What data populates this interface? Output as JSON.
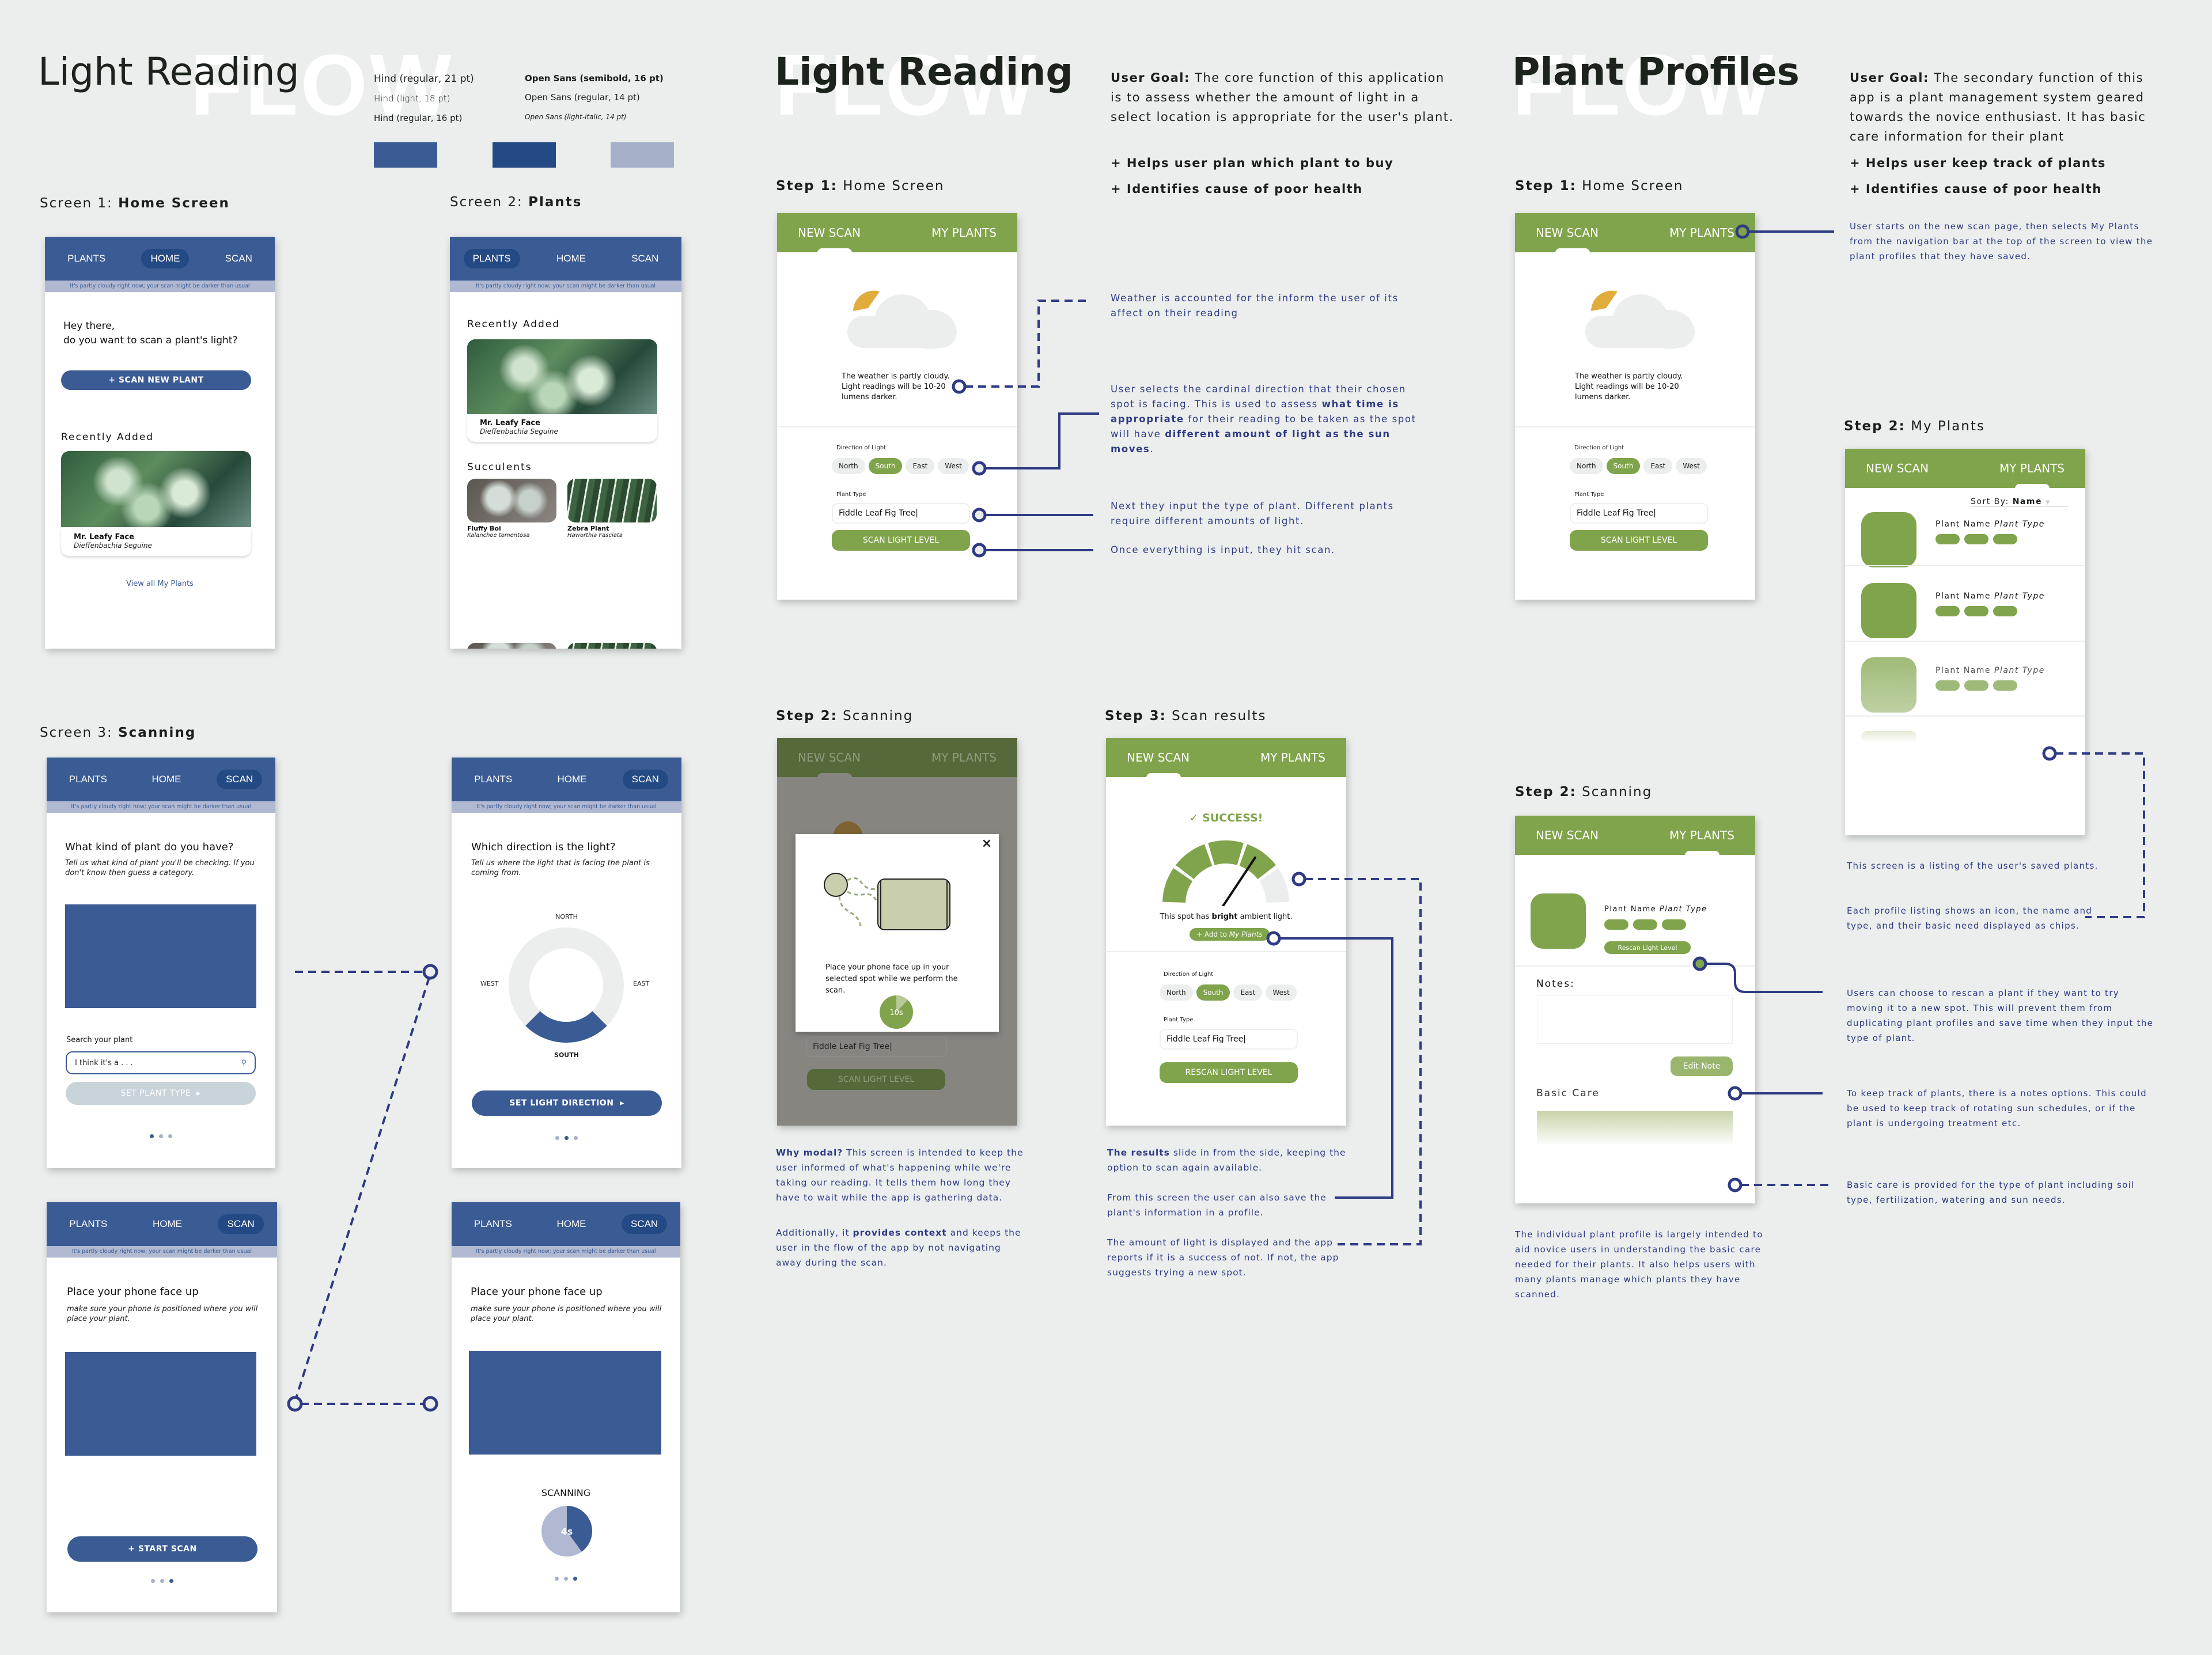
{
  "watermark": "FLOW",
  "left": {
    "title": "Light Reading",
    "type_specs": [
      "Hind (regular, 21 pt)",
      "Hind (light, 18 pt)",
      "Hind (regular, 16 pt)",
      "Open Sans (semibold, 16 pt)",
      "Open Sans (regular, 14 pt)",
      "Open Sans (light-italic, 14 pt)"
    ],
    "swatches": [
      "#3a5b94",
      "#234a85",
      "#a6b1c9"
    ],
    "screen1": {
      "prefix": "Screen 1:",
      "name": "Home Screen"
    },
    "screen2": {
      "prefix": "Screen 2:",
      "name": "Plants"
    },
    "screen3": {
      "prefix": "Screen 3:",
      "name": "Scanning"
    }
  },
  "bnav": {
    "plants": "PLANTS",
    "home": "HOME",
    "scan": "SCAN",
    "banner": "It's partly cloudy right now; your scan might be darker than usual"
  },
  "home": {
    "greeting1": "Hey there,",
    "greeting2": "do you want to scan a plant's light?",
    "scan_button": "+ SCAN NEW PLANT",
    "recent_heading": "Recently Added",
    "plant_name": "Mr. Leafy Face",
    "plant_species": "Dieffenbachia Seguine",
    "view_all": "View all My Plants"
  },
  "plants_screen": {
    "recent_heading": "Recently Added",
    "plant_name": "Mr. Leafy Face",
    "plant_species": "Dieffenbachia Seguine",
    "succulents_heading": "Succulents",
    "succulents": [
      {
        "name": "Fluffy Boi",
        "species": "Kalanchoe tomentosa"
      },
      {
        "name": "Zebra Plant",
        "species": "Haworthia Fasciata"
      }
    ]
  },
  "scan1": {
    "title": "What kind of plant do you have?",
    "subtitle": "Tell us what kind of plant you'll be checking. If you don't know then guess a category.",
    "search_label": "Search your plant",
    "search_placeholder": "I think it's a . . .",
    "button": "SET PLANT TYPE"
  },
  "scan2": {
    "title": "Which direction is the light?",
    "subtitle": "Tell us where the light that is facing the plant is coming from.",
    "north": "NORTH",
    "south": "SOUTH",
    "east": "EAST",
    "west": "WEST",
    "button": "SET LIGHT DIRECTION"
  },
  "scan3": {
    "title": "Place your phone face up",
    "subtitle": "make sure your phone is positioned where you will place your plant.",
    "button": "+ START SCAN"
  },
  "scan4": {
    "title": "Place your phone face up",
    "subtitle": "make sure your phone is positioned where you will place your plant.",
    "scanning": "SCANNING",
    "timer": "4s",
    "progress": 0.4
  },
  "gnav": {
    "new_scan": "NEW SCAN",
    "my_plants": "MY PLANTS"
  },
  "middle": {
    "title": "Light Reading",
    "goal_label": "User Goal:",
    "goal_text": "The core function of this application is to assess whether the amount of light in a select location is appropriate for the user's plant.",
    "bullets": [
      "+ Helps user plan which plant to buy",
      "+ Identifies cause of poor health"
    ],
    "step1": {
      "prefix": "Step 1:",
      "name": "Home Screen"
    },
    "step2": {
      "prefix": "Step 2:",
      "name": "Scanning"
    },
    "step3": {
      "prefix": "Step 3:",
      "name": "Scan results"
    },
    "annotations": {
      "weather": "Weather is accounted for the inform the user of its affect on their reading",
      "direction_a": "User selects the cardinal direction that their chosen spot is facing. This is used to assess ",
      "direction_b": "what time is appropriate",
      "direction_c": " for their reading to be taken as the spot will have ",
      "direction_d": "different amount of light as the sun moves",
      "direction_e": ".",
      "plant_type": "Next they input the type of plant. Different plants require different amounts of light.",
      "scan": "Once everything is input, they hit scan."
    },
    "modal_note": {
      "b1": "Why modal?",
      "t1": " This screen is intended to keep the user informed of what's happening while we're taking our reading. It tells them how long they have to wait while the app is gathering data.",
      "t2a": "Additionally, it ",
      "b2": "provides context",
      "t2b": " and keeps the user in the flow of the app by not navigating away during the scan."
    },
    "results_note": {
      "b1": "The results",
      "t1": " slide in from the side, keeping the option to scan again available.",
      "t2": "From this screen the user can also save the plant's information in a profile.",
      "t3": "The amount of light is displayed and the app reports if it is a success of not. If not, the app suggests trying a new spot."
    }
  },
  "new_scan": {
    "weather1": "The weather is partly cloudy.",
    "weather2": "Light readings will be 10-20 lumens darker.",
    "direction_label": "Direction of Light",
    "directions": [
      "North",
      "South",
      "East",
      "West"
    ],
    "selected_direction": "South",
    "plant_type_label": "Plant Type",
    "plant_type_value": "Fiddle Leaf Fig Tree",
    "scan_button": "SCAN LIGHT LEVEL"
  },
  "modal": {
    "close": "×",
    "text": "Place your phone face up in your selected spot while we perform the scan.",
    "timer": "10s",
    "progress": 0.12
  },
  "results": {
    "success": "✓ SUCCESS!",
    "gauge_level": 0.8,
    "text_a": "This spot has ",
    "text_b": "bright",
    "text_c": " ambient light.",
    "add_a": "+ Add to ",
    "add_b": "My Plants",
    "rescan_button": "RESCAN LIGHT LEVEL"
  },
  "right": {
    "title": "Plant Profiles",
    "goal_label": "User Goal:",
    "goal_text": "The secondary function of this app is a plant management system geared towards the novice enthusiast. It has basic care information for their plant",
    "bullets": [
      "+ Helps user keep track of plants",
      "+ Identifies cause of poor health"
    ],
    "step1": {
      "prefix": "Step 1:",
      "name": "Home Screen"
    },
    "step2a": {
      "prefix": "Step 2:",
      "name": "My Plants"
    },
    "step2b": {
      "prefix": "Step 2:",
      "name": "Scanning"
    },
    "annotations": {
      "my_plants": "User starts on the new scan page, then selects My Plants from the navigation bar at the top of the screen to view the plant profiles that they have saved.",
      "listing1": "This screen is a listing of the user's saved plants.",
      "listing2": "Each profile listing shows an icon, the name and type, and their basic need displayed as chips.",
      "rescan": "Users can choose to rescan a plant if they want to try moving it to a new spot. This will prevent them from duplicating plant profiles and save time when they input the type of plant.",
      "notes": "To keep track of plants, there is a notes options. This could be used to keep track of rotating sun schedules, or if the plant is undergoing treatment etc.",
      "basic_care": "Basic care is provided for the type of plant including soil type, fertilization, watering and sun needs.",
      "profile": "The individual plant profile is largely intended to aid novice users in understanding the basic care needed for their plants. It also helps users with many plants manage which plants they have scanned."
    }
  },
  "my_plants": {
    "sort_label": "Sort By:",
    "sort_value": "Name",
    "plant_name": "Plant Name",
    "plant_type": "Plant Type"
  },
  "profile": {
    "plant_name": "Plant Name",
    "plant_type": "Plant Type",
    "rescan": "Rescan Light Level",
    "notes_label": "Notes:",
    "edit_note": "Edit Note",
    "basic_care": "Basic Care"
  },
  "colors": {
    "blue": "#3a5b94",
    "dark_blue": "#234a85",
    "light_blue": "#a6b1c9",
    "green": "#80a44b",
    "annotation": "#2e3a83"
  }
}
